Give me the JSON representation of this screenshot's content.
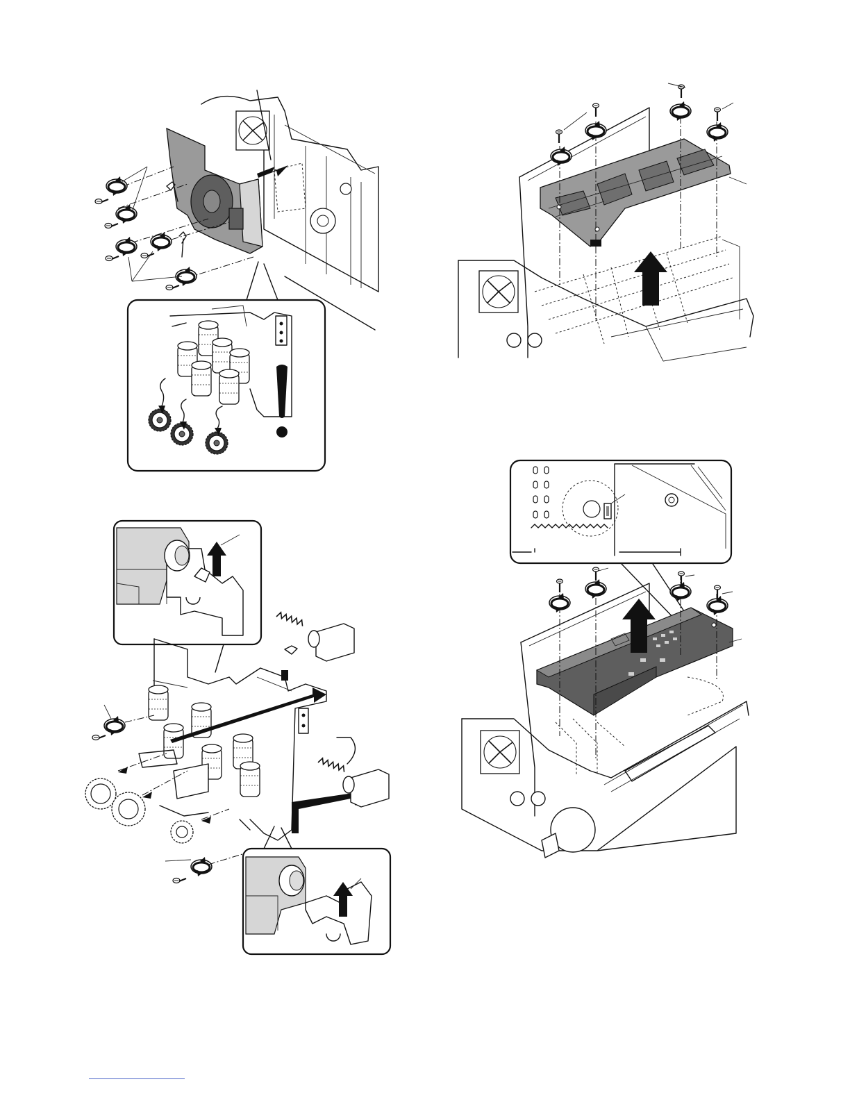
{
  "page": {
    "footer_rule_color": "#4a63c8"
  },
  "figures": [
    {
      "id": "fig-drive-unit-removal",
      "callout": "gear-caution-detail",
      "icons": [
        "screw-icon",
        "lock-washer-icon",
        "harness-clamp-icon",
        "exclamation-icon",
        "removal-arrow-icon"
      ]
    },
    {
      "id": "fig-paper-guide-removal",
      "icons": [
        "screw-icon",
        "lock-washer-icon",
        "lift-arrow-icon"
      ]
    },
    {
      "id": "fig-solenoid-gear-exploded",
      "callouts": [
        "solenoid-lever-detail-top",
        "solenoid-lever-detail-bottom"
      ],
      "icons": [
        "screw-icon",
        "spring-icon",
        "solenoid-icon",
        "gear-icon",
        "lift-arrow-icon"
      ]
    },
    {
      "id": "fig-pwb-cover-removal",
      "callout": "sensor-position-detail",
      "icons": [
        "screw-icon",
        "lock-washer-icon",
        "lift-arrow-icon"
      ]
    }
  ]
}
